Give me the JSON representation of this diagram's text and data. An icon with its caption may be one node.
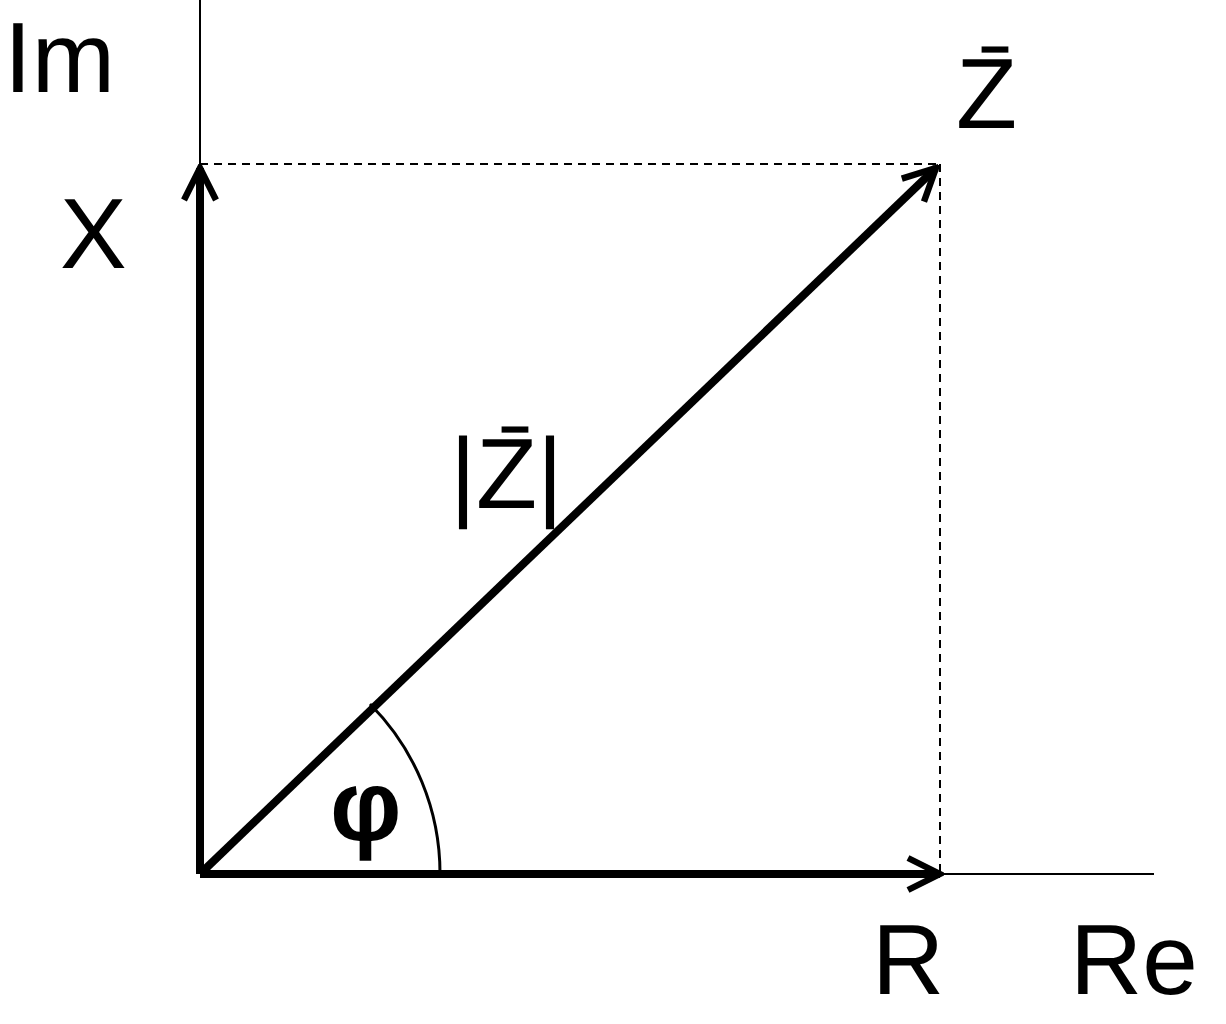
{
  "diagram": {
    "labels": [
      "Im",
      "Z̄",
      "X",
      "|Z̄|",
      "φ",
      "R",
      "Re"
    ]
  }
}
